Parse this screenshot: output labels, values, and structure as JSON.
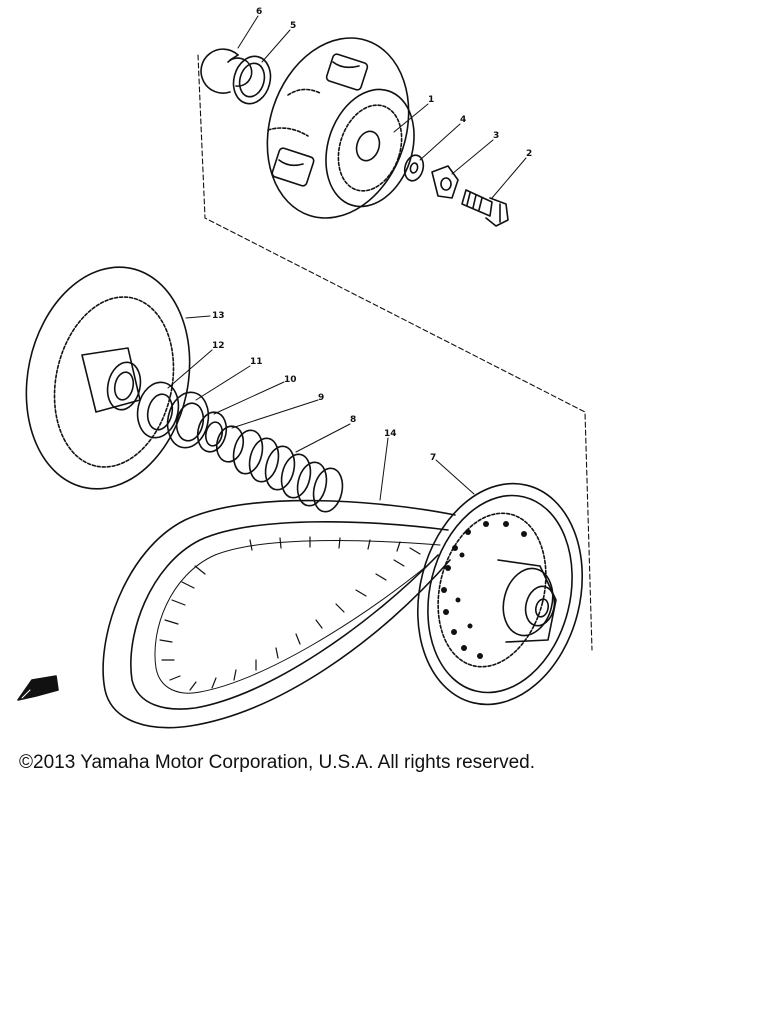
{
  "diagram": {
    "callouts": [
      {
        "id": "1",
        "label": "1"
      },
      {
        "id": "2",
        "label": "2"
      },
      {
        "id": "3",
        "label": "3"
      },
      {
        "id": "4",
        "label": "4"
      },
      {
        "id": "5",
        "label": "5"
      },
      {
        "id": "6",
        "label": "6"
      },
      {
        "id": "7",
        "label": "7"
      },
      {
        "id": "8",
        "label": "8"
      },
      {
        "id": "9",
        "label": "9"
      },
      {
        "id": "10",
        "label": "10"
      },
      {
        "id": "11",
        "label": "11"
      },
      {
        "id": "12",
        "label": "12"
      },
      {
        "id": "13",
        "label": "13"
      },
      {
        "id": "14",
        "label": "14"
      }
    ],
    "line_color": "#111111",
    "background": "#ffffff"
  },
  "footer": {
    "copyright": "©2013 Yamaha Motor Corporation, U.S.A. All rights reserved."
  }
}
